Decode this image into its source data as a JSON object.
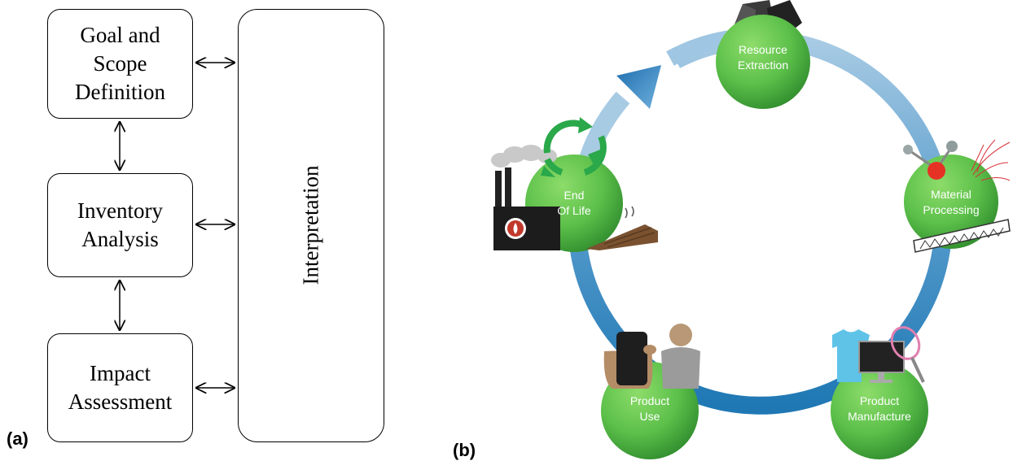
{
  "panel_a": {
    "label": "(a)",
    "boxes": {
      "goal": "Goal and\nScope\nDefinition",
      "inventory": "Inventory\nAnalysis",
      "impact": "Impact\nAssessment"
    },
    "interpretation": "Interpretation"
  },
  "panel_b": {
    "label": "(b)",
    "stages": {
      "resource_extraction": [
        "Resource",
        "Extraction"
      ],
      "material_processing": [
        "Material",
        "Processing"
      ],
      "product_manufacture": [
        "Product",
        "Manufacture"
      ],
      "product_use": [
        "Product",
        "Use"
      ],
      "end_of_life": [
        "End",
        "Of Life"
      ]
    }
  },
  "colors": {
    "ring_light": "#a8cbe4",
    "ring_dark": "#1f78b4",
    "sphere_green": "#5cc04a",
    "sphere_dark": "#2e8a2c",
    "recycle_green": "#2aa84a"
  }
}
